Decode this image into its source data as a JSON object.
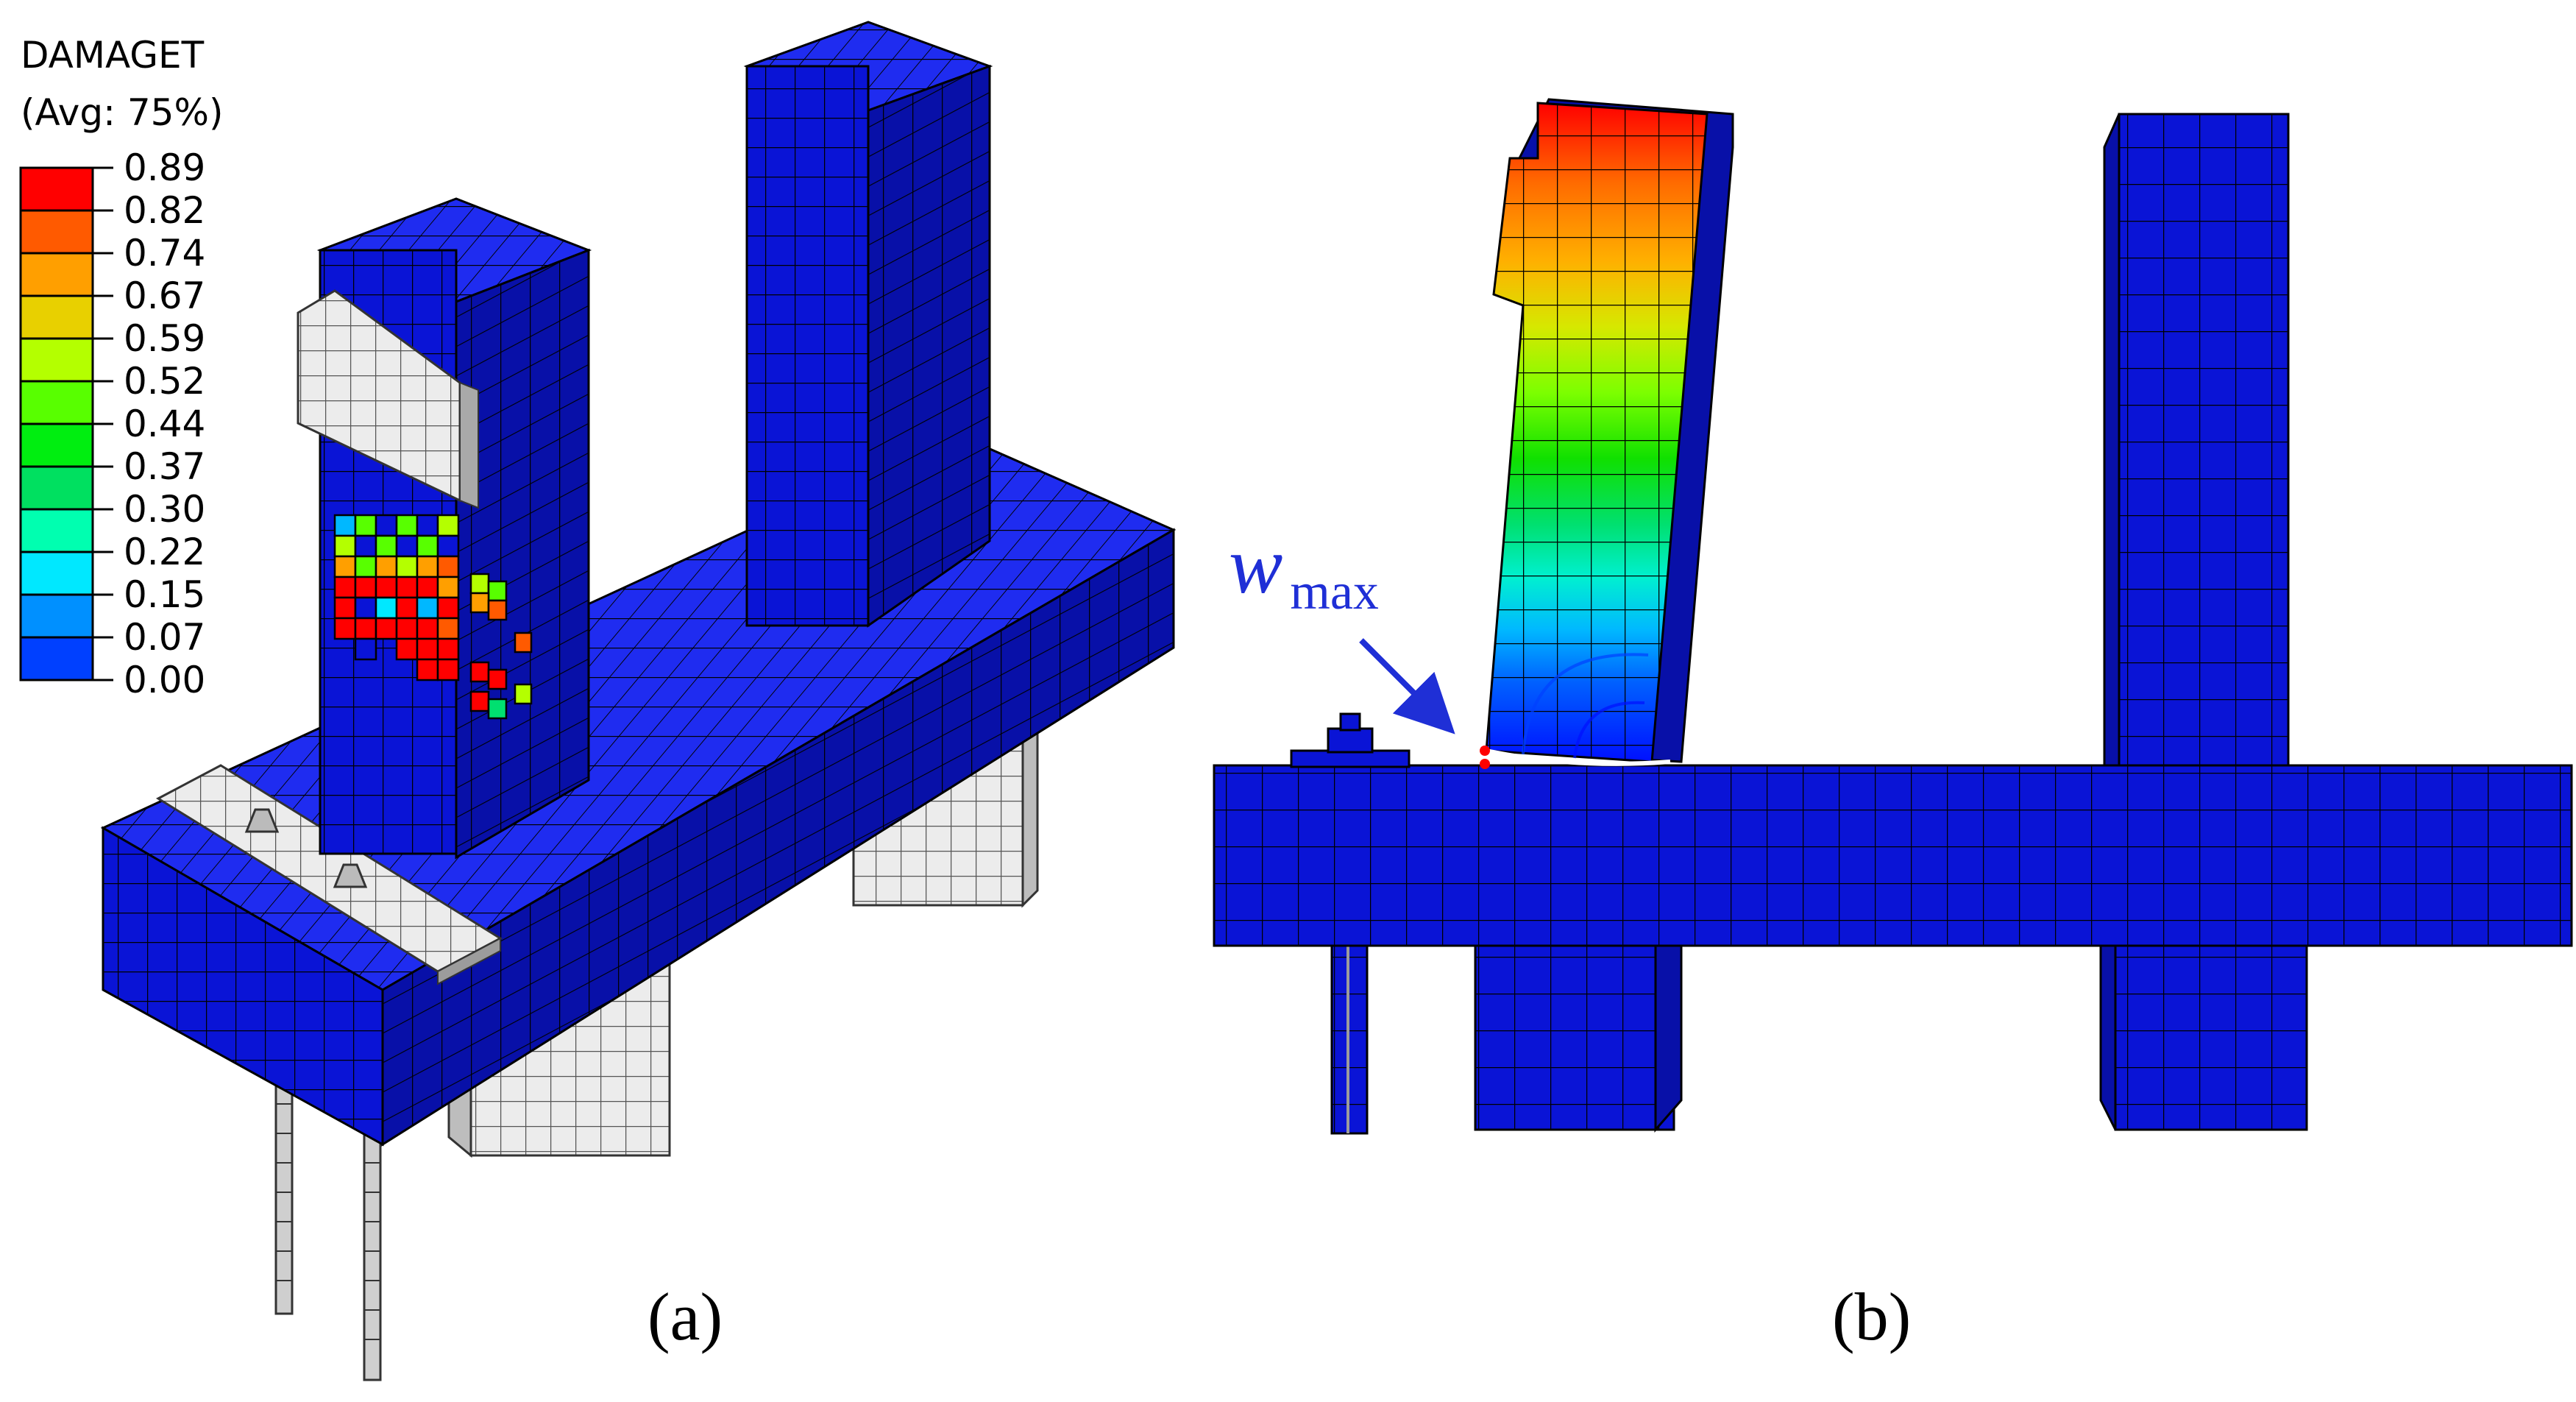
{
  "legend": {
    "title": "DAMAGET",
    "subtitle": "(Avg: 75%)",
    "ticks": [
      "0.89",
      "0.82",
      "0.74",
      "0.67",
      "0.59",
      "0.52",
      "0.44",
      "0.37",
      "0.30",
      "0.22",
      "0.15",
      "0.07",
      "0.00"
    ],
    "colors": [
      "#ff0000",
      "#ff5a00",
      "#ff9f00",
      "#e8d000",
      "#b4ff00",
      "#58ff00",
      "#00ee10",
      "#00e060",
      "#00ffb0",
      "#00e8ff",
      "#0090ff",
      "#0040ff",
      "#0000ff"
    ]
  },
  "annotation": {
    "symbol": "w",
    "subscript": "max"
  },
  "panels": {
    "a": "(a)",
    "b": "(b)"
  },
  "colors": {
    "mesh_blue": "#0a14d6",
    "mesh_blue_top": "#1f2cf0",
    "mesh_blue_side": "#0810a8",
    "mesh_line": "#000000",
    "grey_part": "#e9e9e9",
    "annotation": "#1f2fd6"
  }
}
